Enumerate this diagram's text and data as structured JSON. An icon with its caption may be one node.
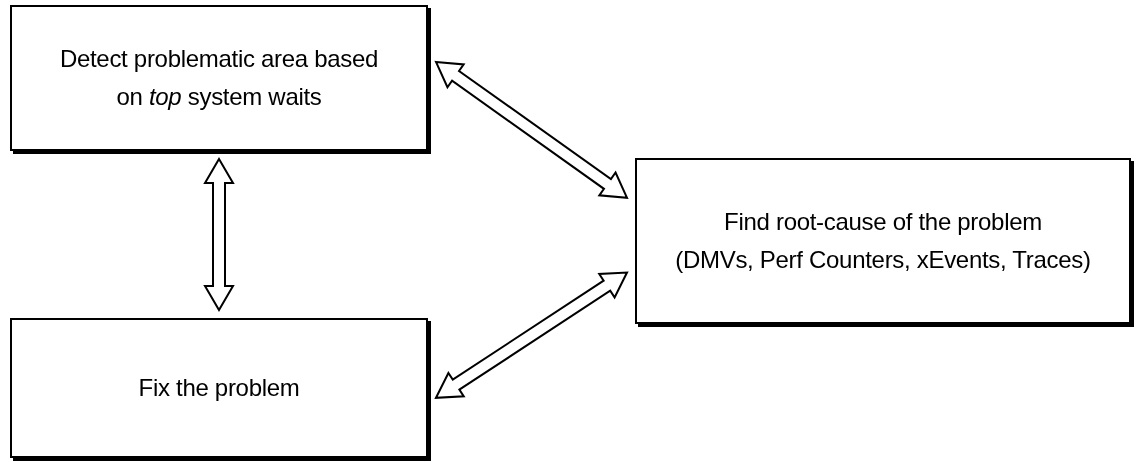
{
  "diagram": {
    "nodes": [
      {
        "text": [
          "Detect problematic area based on *top* system waits"
        ]
      },
      {
        "text": [
          "Find root-cause of the problem",
          "(DMVs, Perf Counters, xEvents, Traces)"
        ]
      },
      {
        "text": [
          "Fix the problem"
        ]
      }
    ],
    "edges": [
      {
        "from": 0,
        "to": 1,
        "arrow": "both"
      },
      {
        "from": 0,
        "to": 2,
        "arrow": "both"
      },
      {
        "from": 2,
        "to": 1,
        "arrow": "both"
      }
    ]
  }
}
